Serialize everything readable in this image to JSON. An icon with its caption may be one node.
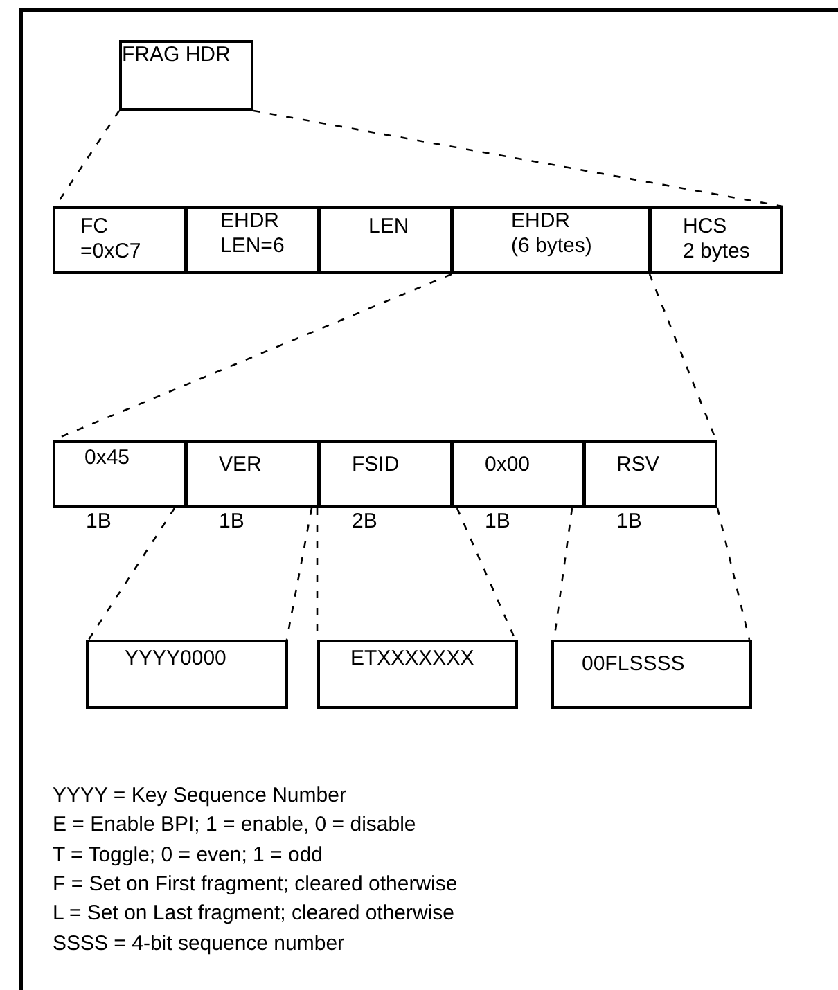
{
  "diagram": {
    "nodes": [
      {
        "text": [
          "FRAG HDR"
        ]
      },
      {
        "text": [
          "FC =0xC7"
        ]
      },
      {
        "text": [
          "EHDR LEN=6"
        ]
      },
      {
        "text": [
          "LEN"
        ]
      },
      {
        "text": [
          "EHDR (6 bytes)"
        ]
      },
      {
        "text": [
          "HCS 2 bytes"
        ]
      },
      {
        "text": [
          "0x45"
        ],
        "beside": [
          "1B"
        ]
      },
      {
        "text": [
          "VER"
        ],
        "beside": [
          "1B"
        ]
      },
      {
        "text": [
          "FSID"
        ],
        "beside": [
          "2B"
        ]
      },
      {
        "text": [
          "0x00"
        ],
        "beside": [
          "1B"
        ]
      },
      {
        "text": [
          "RSV"
        ],
        "beside": [
          "1B"
        ]
      },
      {
        "text": [
          "YYYY0000"
        ]
      },
      {
        "text": [
          "ETXXXXXXX"
        ]
      },
      {
        "text": [
          "00FLSSSS"
        ]
      }
    ],
    "edges": [
      {
        "from": 0,
        "to": 1,
        "arrow": "none",
        "style": "dashed"
      },
      {
        "from": 0,
        "to": 5,
        "arrow": "none",
        "style": "dashed"
      },
      {
        "from": 4,
        "to": 6,
        "arrow": "none",
        "style": "dashed"
      },
      {
        "from": 4,
        "to": 10,
        "arrow": "none",
        "style": "dashed"
      },
      {
        "from": 6,
        "to": 11,
        "arrow": "none",
        "style": "dashed"
      },
      {
        "from": 7,
        "to": 11,
        "arrow": "none",
        "style": "dashed"
      },
      {
        "from": 8,
        "to": 12,
        "arrow": "none",
        "style": "dashed"
      },
      {
        "from": 9,
        "to": 12,
        "arrow": "none",
        "style": "dashed"
      },
      {
        "from": 9,
        "to": 13,
        "arrow": "none",
        "style": "dashed"
      },
      {
        "from": 10,
        "to": 13,
        "arrow": "none",
        "style": "dashed"
      }
    ],
    "labels": [
      "YYYY = Key Sequence Number",
      "E = Enable BPI; 1 = enable, 0 = disable",
      "T = Toggle; 0 = even; 1 = odd",
      "F = Set on First fragment; cleared otherwise",
      "L = Set on Last fragment; cleared otherwise",
      "SSSS = 4-bit sequence number"
    ]
  }
}
